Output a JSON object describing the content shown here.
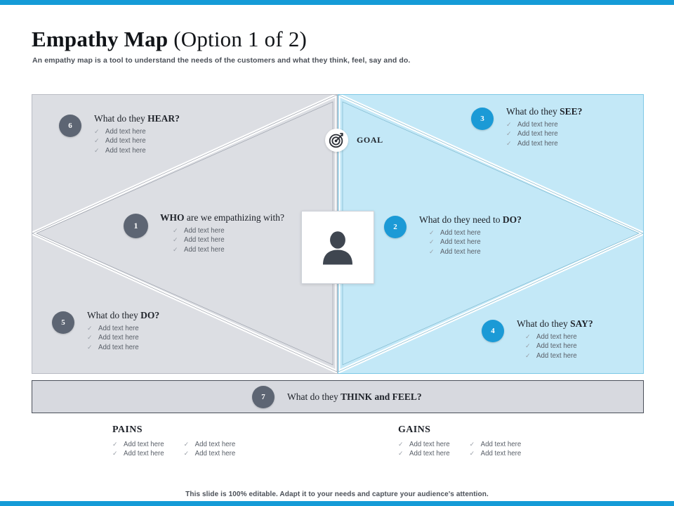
{
  "accent_color": "#159bd7",
  "gray_badge_color": "#5d6573",
  "blue_badge_color": "#1b9ad6",
  "header": {
    "title_main": "Empathy Map ",
    "title_option": "(Option 1 of 2)",
    "subtitle": "An empathy map is a tool to understand the needs of the customers and what they think, feel, say and do."
  },
  "goal": {
    "icon": "target-icon",
    "label": "GOAL"
  },
  "avatar": {
    "icon": "person-icon"
  },
  "sections": {
    "hear": {
      "number": "6",
      "head_prefix": "What do they ",
      "head_strong": "HEAR?",
      "bullets": [
        "Add text here",
        "Add text here",
        "Add text here"
      ]
    },
    "see": {
      "number": "3",
      "head_prefix": "What do they ",
      "head_strong": "SEE?",
      "bullets": [
        "Add text here",
        "Add text here",
        "Add text here"
      ]
    },
    "who": {
      "number": "1",
      "head_prefix": "",
      "head_strong": "WHO",
      "head_suffix": " are we empathizing with?",
      "bullets": [
        "Add text here",
        "Add text here",
        "Add text here"
      ]
    },
    "need_to_do": {
      "number": "2",
      "head_prefix": "What do they need to ",
      "head_strong": "DO?",
      "bullets": [
        "Add text here",
        "Add text here",
        "Add text here"
      ]
    },
    "do": {
      "number": "5",
      "head_prefix": "What do they ",
      "head_strong": "DO?",
      "bullets": [
        "Add text here",
        "Add text here",
        "Add text here"
      ]
    },
    "say": {
      "number": "4",
      "head_prefix": "What do they ",
      "head_strong": "SAY?",
      "bullets": [
        "Add text here",
        "Add text here",
        "Add text here"
      ]
    },
    "think_feel": {
      "number": "7",
      "head_prefix": "What do they ",
      "head_strong": "THINK and FEEL?"
    }
  },
  "pains": {
    "title": "PAINS",
    "col1": [
      "Add text here",
      "Add text here"
    ],
    "col2": [
      "Add text here",
      "Add text here"
    ]
  },
  "gains": {
    "title": "GAINS",
    "col1": [
      "Add text here",
      "Add text here"
    ],
    "col2": [
      "Add text here",
      "Add text here"
    ]
  },
  "footer": {
    "text": "This slide is 100% editable. Adapt it to your needs and capture your audience's attention."
  },
  "check_glyph": "✓"
}
